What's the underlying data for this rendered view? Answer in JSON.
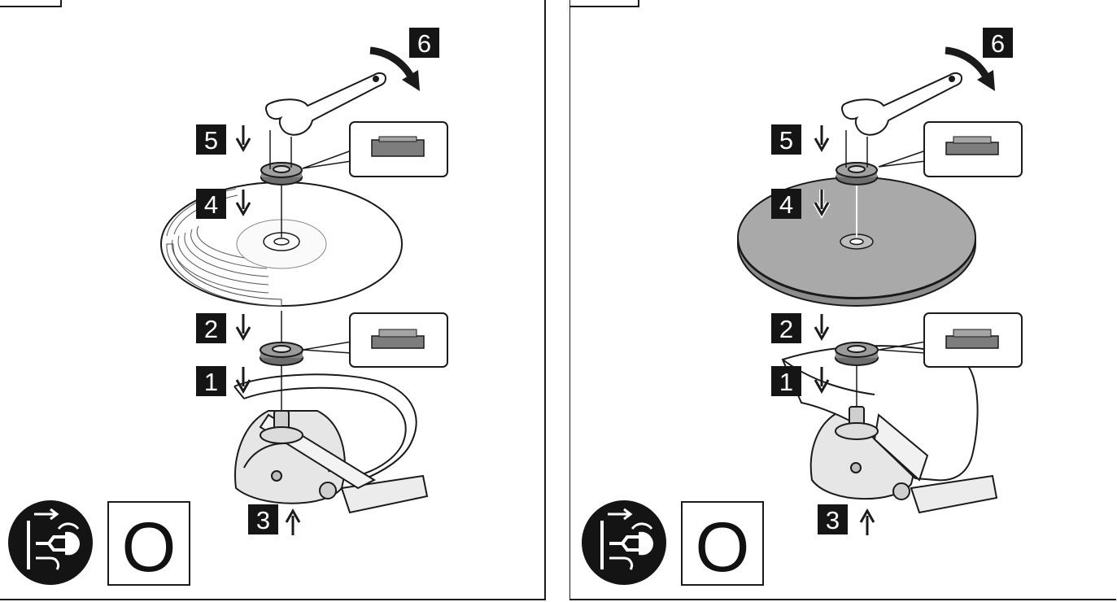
{
  "colors": {
    "background": "#ffffff",
    "stroke": "#1a1a1a",
    "label_fill": "#151515",
    "disc_left": "#ffffff",
    "disc_right": "#a9a9a9"
  },
  "left_panel": {
    "steps": [
      {
        "number": "1",
        "arrow": "down"
      },
      {
        "number": "2",
        "arrow": "down"
      },
      {
        "number": "3",
        "arrow": "up"
      },
      {
        "number": "4",
        "arrow": "down"
      },
      {
        "number": "5",
        "arrow": "down"
      },
      {
        "number": "6",
        "arrow": "curved-clockwise"
      }
    ],
    "disc_type": "ribbed-white",
    "symbol_letter": "O",
    "icons": [
      "unplug-icon"
    ]
  },
  "right_panel": {
    "steps": [
      {
        "number": "1",
        "arrow": "down"
      },
      {
        "number": "2",
        "arrow": "down"
      },
      {
        "number": "3",
        "arrow": "up"
      },
      {
        "number": "4",
        "arrow": "down"
      },
      {
        "number": "5",
        "arrow": "down"
      },
      {
        "number": "6",
        "arrow": "curved-clockwise"
      }
    ],
    "disc_type": "flat-grey",
    "symbol_letter": "O",
    "icons": [
      "unplug-icon"
    ]
  }
}
